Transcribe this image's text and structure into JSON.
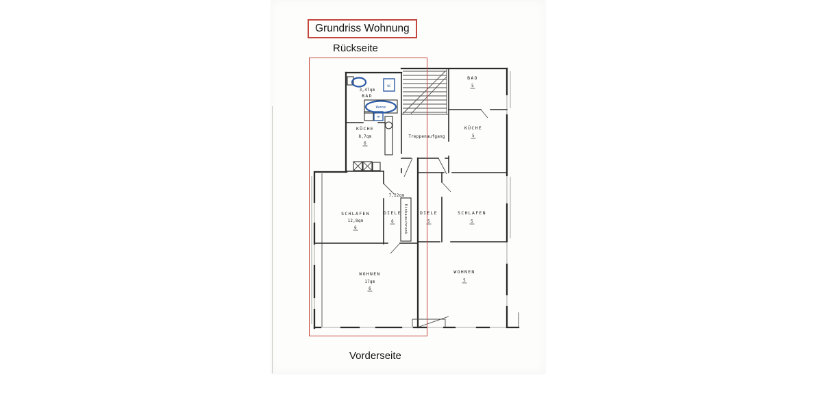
{
  "page": {
    "title": "Grundriss Wohnung",
    "back_label": "Rückseite",
    "front_label": "Vorderseite"
  },
  "colors": {
    "highlight_red": "#c4453c",
    "annotation_blue": "#2d5ba8",
    "ink": "#2a2a28"
  },
  "plan": {
    "stairs_label": "Treppenaufgang",
    "left": {
      "bad": {
        "name": "BAD",
        "area": "3,47qm"
      },
      "kueche": {
        "name": "KÜCHE",
        "area": "8,7qm",
        "unit": "6"
      },
      "schlafen": {
        "name": "SCHLAFEN",
        "area": "12,8qm",
        "unit": "6"
      },
      "diele": {
        "name": "DIELE",
        "area": "7,22qm",
        "unit": "6"
      },
      "wohnen": {
        "name": "WOHNEN",
        "area": "17qm",
        "unit": "6"
      },
      "einbauschrank": {
        "name": "Einbauschrank"
      },
      "fixtures": {
        "wc": "WC",
        "wanne": "Wanne",
        "wm": "WM"
      }
    },
    "right": {
      "bad": {
        "name": "BAD",
        "unit": "5"
      },
      "kueche": {
        "name": "KÜCHE",
        "unit": "5"
      },
      "diele": {
        "name": "DIELE",
        "unit": "5"
      },
      "schlafen": {
        "name": "SCHLAFEN",
        "unit": "5"
      },
      "wohnen": {
        "name": "WOHNEN",
        "unit": "5"
      }
    }
  }
}
